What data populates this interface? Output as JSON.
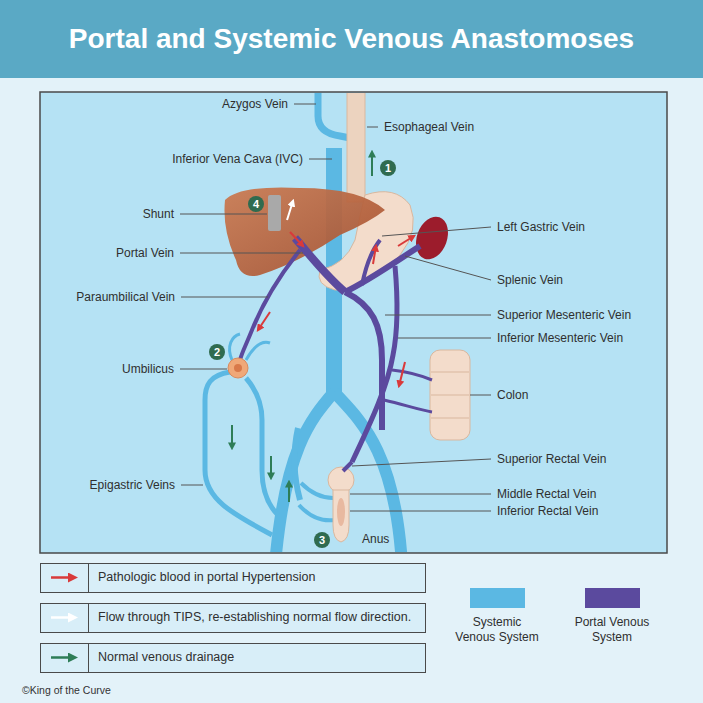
{
  "diagram": {
    "title": "Portal and Systemic Venous Anastomoses",
    "labels": [
      "Azygos Vein",
      "Esophageal Vein",
      "1",
      "Inferior Vena Cava (IVC)",
      "4",
      "Shunt",
      "Left Gastric Vein",
      "Portal Vein",
      "Splenic Vein",
      "Paraumbilical Vein",
      "Superior Mesenteric Vein",
      "Inferior Mesenteric Vein",
      "2",
      "Umbilicus",
      "Colon",
      "Superior Rectal Vein",
      "Epigastric Veins",
      "Middle Rectal Vein",
      "Inferior Rectal Vein",
      "3",
      "Anus",
      "©King of the Curve"
    ],
    "legend": [
      {
        "text": "Pathologic blood in portal Hypertension"
      },
      {
        "text": "Flow through TIPS, re-establishing normal flow direction."
      },
      {
        "text": "Normal venous drainage"
      },
      {
        "text": "Systemic Venous System",
        "color": "#5bb8e3"
      },
      {
        "text": "Portal Venous System",
        "color": "#5b4a9e"
      }
    ]
  }
}
